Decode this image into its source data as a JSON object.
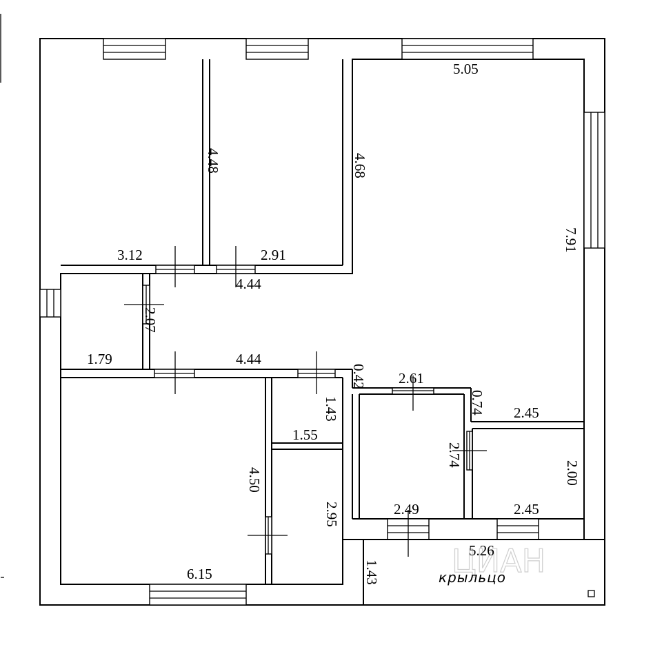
{
  "dimensions": {
    "top_right": "5.05",
    "bed1_height": "4.48",
    "bed2_height": "4.68",
    "right_height": "7.91",
    "bed1_width": "3.12",
    "bed2_width": "2.91",
    "hall_width": "4.44",
    "corridor_height": "2.07",
    "corridor_width": "1.79",
    "living_top": "4.44",
    "step_a": "0.42",
    "bath_width": "2.61",
    "step_b": "0.74",
    "kitchen_top": "2.45",
    "wc_height": "1.43",
    "wc_width": "1.55",
    "bath_height": "2.74",
    "kitchen_height": "2.00",
    "living_height": "4.50",
    "pantry_height": "2.95",
    "bath_bottom": "2.49",
    "kitchen_bottom": "2.45",
    "porch_width": "5.26",
    "porch_depth": "1.43",
    "living_bottom": "6.15"
  },
  "labels": {
    "porch": "крыльцо",
    "watermark": "ЦИАН"
  }
}
